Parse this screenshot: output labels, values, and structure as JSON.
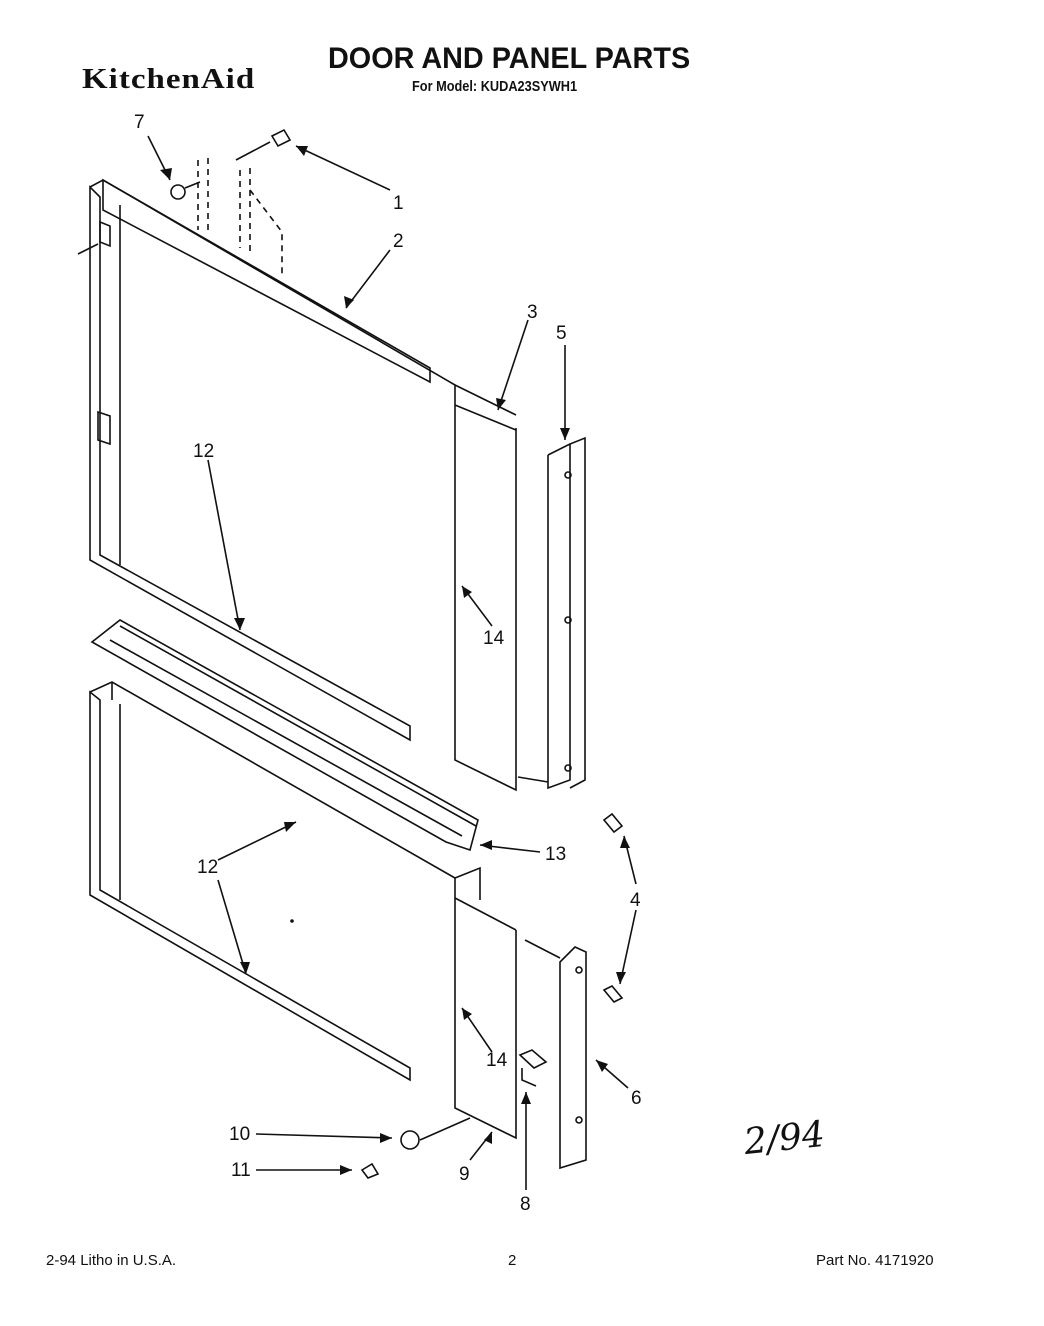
{
  "header": {
    "brand": "KitchenAid",
    "title": "DOOR AND PANEL PARTS",
    "model_line": "For Model: KUDA23SYWH1"
  },
  "callouts": [
    "1",
    "2",
    "3",
    "4",
    "5",
    "6",
    "7",
    "8",
    "9",
    "10",
    "11",
    "12",
    "12",
    "13",
    "14",
    "14"
  ],
  "footer": {
    "left": "2-94  Litho in U.S.A.",
    "center": "2",
    "right": "Part No. 4171920"
  },
  "handwritten_note": "2/94"
}
